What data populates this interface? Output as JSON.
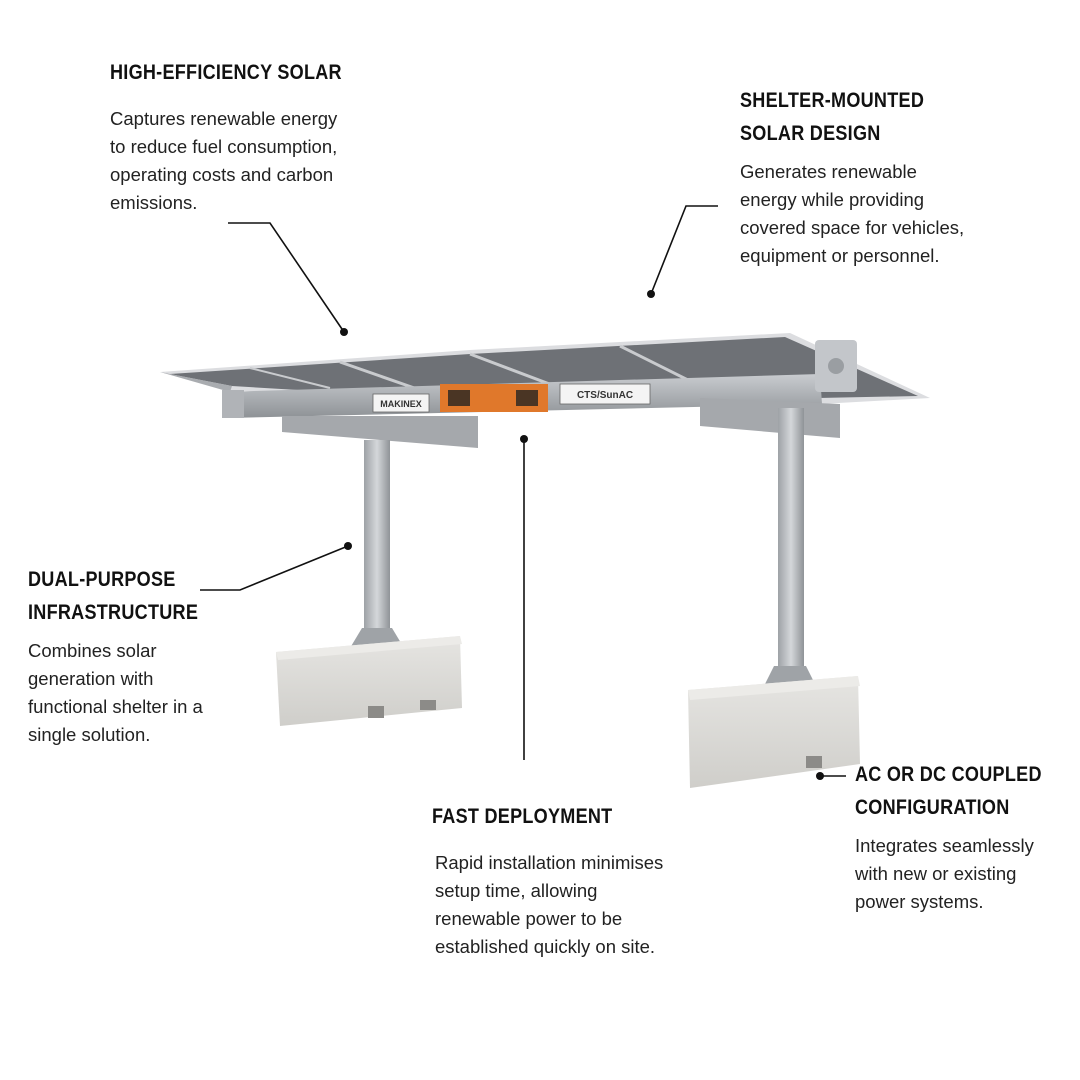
{
  "callouts": {
    "solar": {
      "heading": "HIGH-EFFICIENCY SOLAR",
      "body": "Captures renewable energy\nto reduce fuel consumption,\noperating costs and carbon\nemissions."
    },
    "shelter": {
      "heading_line1": "SHELTER-MOUNTED",
      "heading_line2": "SOLAR DESIGN",
      "body": "Generates renewable\nenergy while providing\ncovered space for vehicles,\nequipment or personnel."
    },
    "dual": {
      "heading_line1": "DUAL-PURPOSE",
      "heading_line2": "INFRASTRUCTURE",
      "body": "Combines solar\ngeneration with\nfunctional shelter in a\nsingle solution."
    },
    "fast": {
      "heading": "FAST DEPLOYMENT",
      "body": "Rapid installation minimises\nsetup time, allowing\nrenewable power to be\nestablished quickly on site."
    },
    "coupled": {
      "heading_line1": "AC OR DC COUPLED",
      "heading_line2": "CONFIGURATION",
      "body": "Integrates seamlessly\nwith new or existing\npower systems."
    }
  },
  "product_labels": {
    "brand_left": "MAKINEX",
    "brand_right": "CTS/SunAC"
  },
  "colors": {
    "accent_orange": "#e0782b",
    "steel": "#b9bcc0",
    "concrete": "#d9d8d4",
    "panel": "#6d7075"
  }
}
